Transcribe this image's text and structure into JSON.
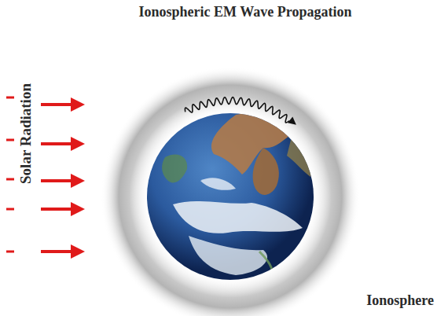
{
  "diagram": {
    "title": "Ionospheric EM Wave Propagation",
    "labels": [
      "Solar Radiation",
      "Ionosphere"
    ]
  }
}
